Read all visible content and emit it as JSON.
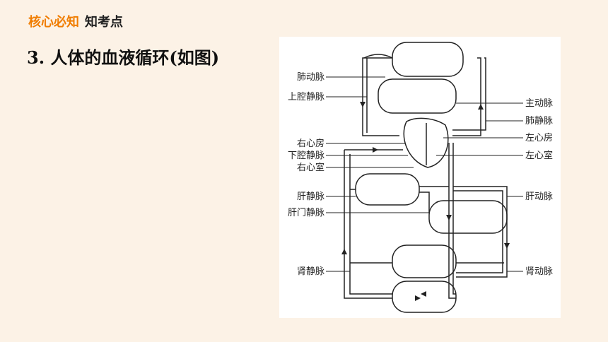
{
  "header": {
    "tag1": "核心必知",
    "tag2": "知考点"
  },
  "title": "3. 人体的血液循环(如图)",
  "diagram": {
    "left_labels": [
      "肺动脉",
      "上腔静脉",
      "右心房",
      "下腔静脉",
      "右心室",
      "肝静脉",
      "肝门静脉",
      "肾静脉"
    ],
    "right_labels": [
      "主动脉",
      "肺静脉",
      "左心房",
      "左心室",
      "肝动脉",
      "肾动脉"
    ]
  }
}
